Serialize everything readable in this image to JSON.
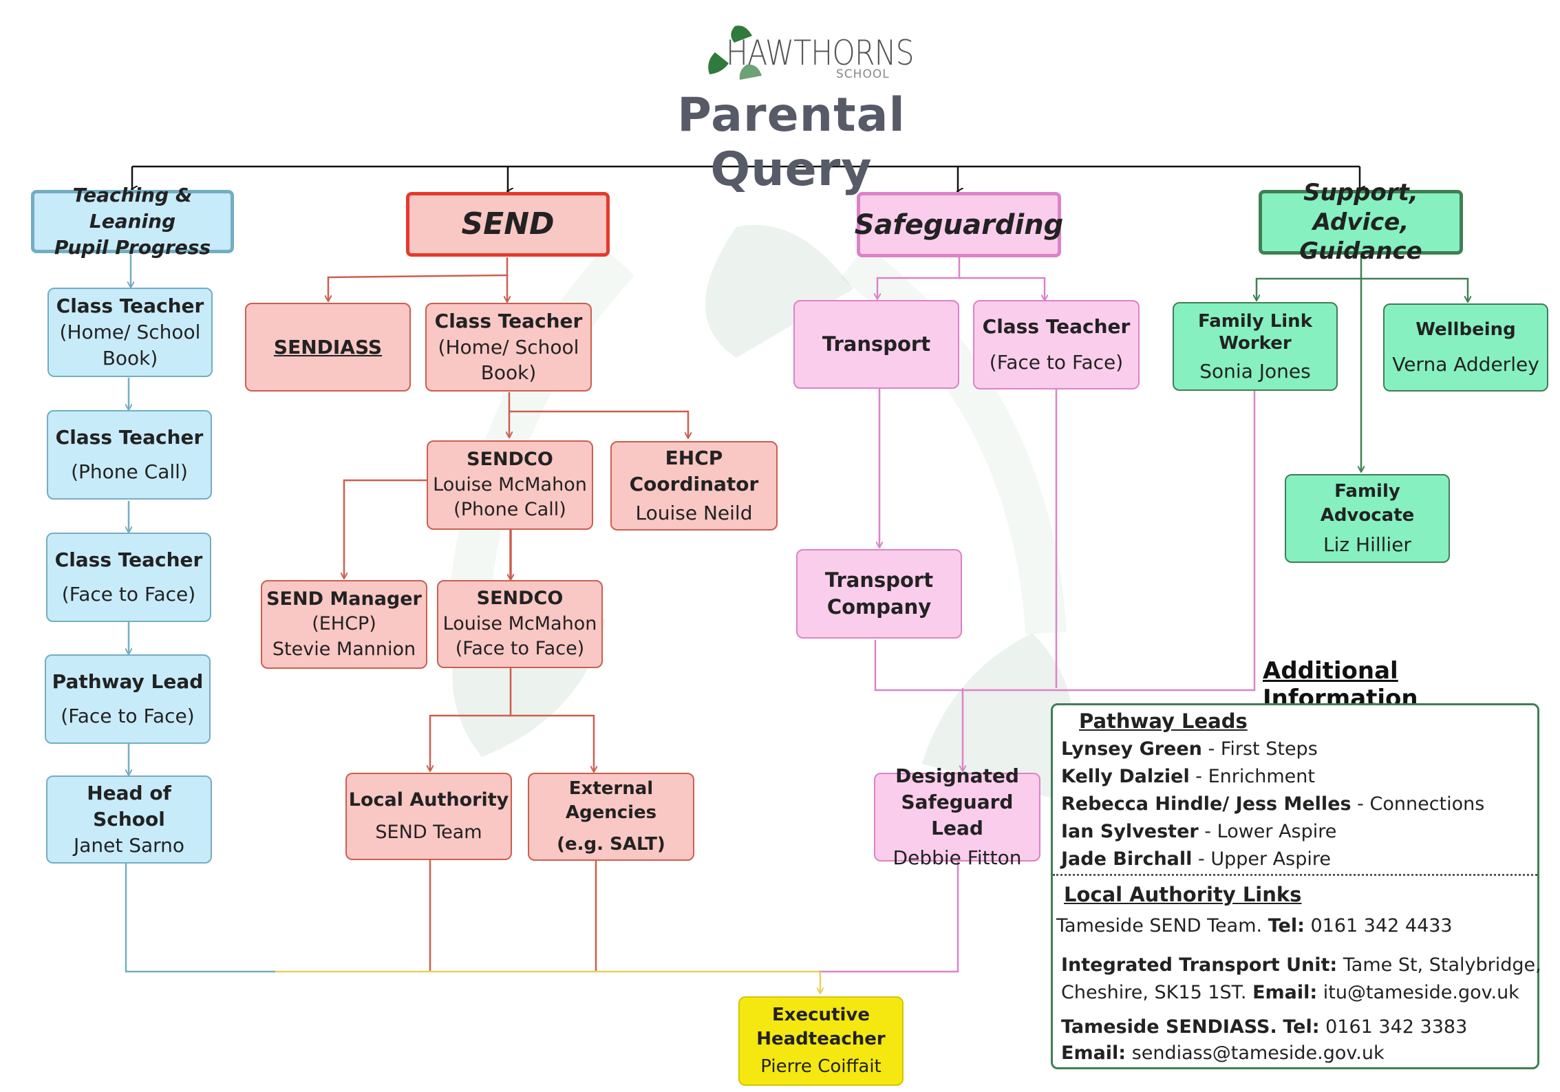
{
  "header": {
    "logo_text": "HAWTHORNS",
    "logo_sub": "SCHOOL",
    "title": "Parental Query"
  },
  "teaching": {
    "header": [
      "Teaching & Leaning",
      "Pupil Progress"
    ],
    "step1": [
      "Class Teacher",
      "(Home/ School",
      "Book)"
    ],
    "step2": [
      "Class Teacher",
      "(Phone Call)"
    ],
    "step3": [
      "Class Teacher",
      "(Face to Face)"
    ],
    "step4": [
      "Pathway Lead",
      "(Face to Face)"
    ],
    "step5": [
      "Head of School",
      "Janet Sarno"
    ]
  },
  "send": {
    "header": "SEND",
    "sendiass": "SENDIASS",
    "class_teacher": [
      "Class Teacher",
      "(Home/ School",
      "Book)"
    ],
    "sendco_phone": [
      "SENDCO",
      "Louise McMahon",
      "(Phone Call)"
    ],
    "ehcp": [
      "EHCP",
      "Coordinator",
      "Louise Neild"
    ],
    "send_manager": [
      "SEND Manager",
      "(EHCP)",
      "Stevie Mannion"
    ],
    "sendco_face": [
      "SENDCO",
      "Louise McMahon",
      "(Face to Face)"
    ],
    "local_authority": [
      "Local Authority",
      "SEND Team"
    ],
    "external": [
      "External Agencies",
      "(e.g. SALT)"
    ]
  },
  "safeguarding": {
    "header": "Safeguarding",
    "transport": "Transport",
    "class_teacher": [
      "Class Teacher",
      "(Face to Face)"
    ],
    "transport_company": [
      "Transport",
      "Company"
    ],
    "dsl": [
      "Designated",
      "Safeguard Lead",
      "Debbie Fitton"
    ]
  },
  "support": {
    "header": [
      "Support, Advice,",
      "Guidance"
    ],
    "family_link": [
      "Family Link",
      "Worker",
      "Sonia Jones"
    ],
    "wellbeing": [
      "Wellbeing",
      "Verna Adderley"
    ],
    "family_advocate": [
      "Family Advocate",
      "Liz Hillier"
    ]
  },
  "executive": [
    "Executive",
    "Headteacher",
    "Pierre Coiffait"
  ],
  "additional": {
    "title": "Additional Information",
    "pathway_title": "Pathway Leads",
    "pathway": [
      {
        "name": "Lynsey Green",
        "role": " - First Steps"
      },
      {
        "name": "Kelly Dalziel",
        "role": " - Enrichment"
      },
      {
        "name": "Rebecca Hindle/ Jess Melles",
        "role": " - Connections"
      },
      {
        "name": "Ian Sylvester",
        "role": " - Lower Aspire"
      },
      {
        "name": "Jade Birchall",
        "role": " - Upper Aspire"
      }
    ],
    "la_title": "Local Authority Links",
    "send_team": "Tameside SEND Team. ",
    "tel_label": "Tel:",
    "send_team_tel": " 0161 342 4433",
    "itu_label": "Integrated Transport Unit:",
    "itu_addr1": " Tame St, Stalybridge,",
    "itu_addr2": "Cheshire, SK15 1ST. ",
    "email_label": "Email:",
    "itu_email": " itu@tameside.gov.uk",
    "sendiass_label": "Tameside SENDIASS.",
    "sendiass_tel": " 0161 342 3383",
    "sendiass_email": " sendiass@tameside.gov.uk"
  },
  "colors": {
    "teaching": "#73adc2",
    "send": "#cb5f4e",
    "safeguarding": "#dc82c7",
    "support": "#3f7f52",
    "executive": "#e9cf5a",
    "title": "#575a67"
  }
}
